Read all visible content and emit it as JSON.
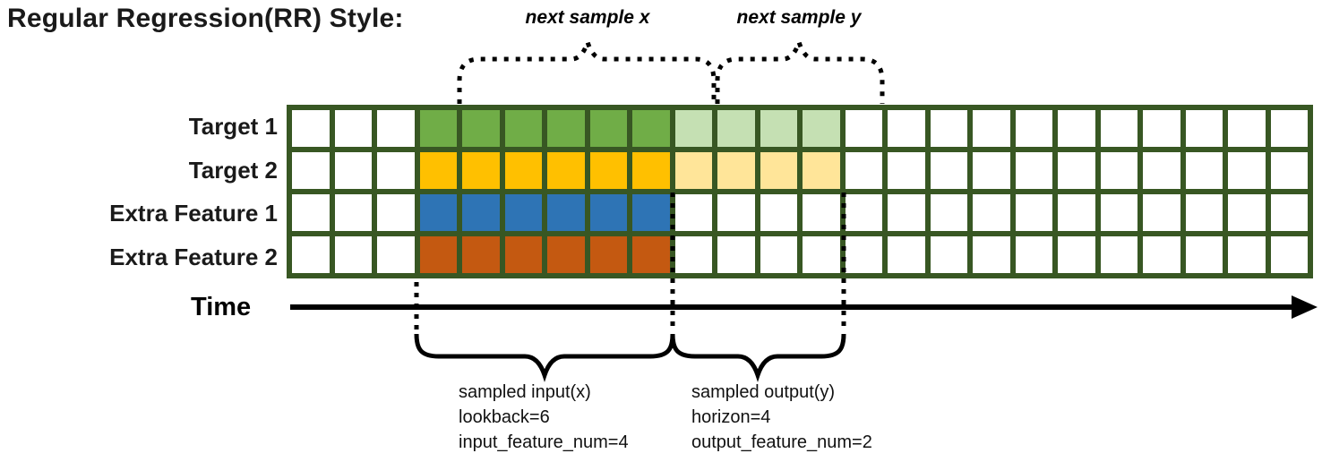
{
  "title": "Regular Regression(RR) Style:",
  "top_labels": {
    "next_sample_x": "next sample x",
    "next_sample_y": "next sample y"
  },
  "time_label": "Time",
  "input_annotation": {
    "line1": "sampled input(x)",
    "line2": "lookback=6",
    "line3": "input_feature_num=4"
  },
  "output_annotation": {
    "line1": "sampled output(y)",
    "line2": "horizon=4",
    "line3": "output_feature_num=2"
  },
  "grid": {
    "total_columns": 24,
    "input_start_col": 3,
    "lookback": 6,
    "horizon": 4,
    "input_feature_num": 4,
    "output_feature_num": 2,
    "border_color": "#385723",
    "empty_cell_color": "#FFFFFF",
    "rows": [
      {
        "label": "Target 1",
        "color": "#70AD47",
        "light_color": "#C5E0B3"
      },
      {
        "label": "Target 2",
        "color": "#FFC000",
        "light_color": "#FFE599"
      },
      {
        "label": "Extra Feature 1",
        "color": "#2E74B5",
        "light_color": null
      },
      {
        "label": "Extra Feature 2",
        "color": "#C45911",
        "light_color": null
      }
    ]
  },
  "annotation_color": "#000000"
}
